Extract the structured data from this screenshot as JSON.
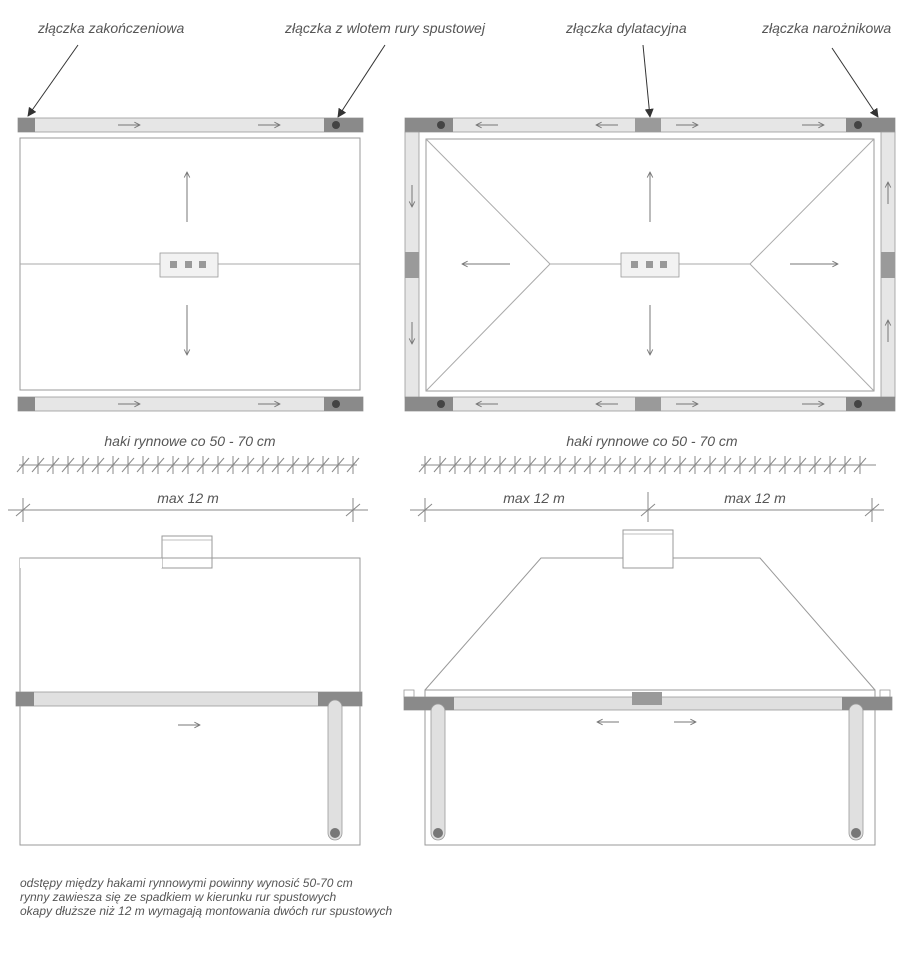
{
  "callouts": {
    "end_cap": "złączka zakończeniowa",
    "downpipe_outlet": "złączka z wlotem rury spustowej",
    "expansion": "złączka dylatacyjna",
    "corner": "złączka narożnikowa"
  },
  "hooks_label_left": "haki rynnowe co 50 - 70 cm",
  "hooks_label_right": "haki rynnowe co 50 - 70 cm",
  "span_left": "max 12 m",
  "span_right_a": "max 12 m",
  "span_right_b": "max 12 m",
  "notes": [
    "odstępy między hakami rynnowymi powinny wynosić 50-70 cm",
    "rynny zawiesza się ze spadkiem w kierunku rur spustowych",
    "okapy dłuższe niż 12 m wymagają montowania dwóch rur spustowych"
  ],
  "colors": {
    "line": "#888888",
    "gutter": "#e6e6e6",
    "fitting": "#8a8a8a",
    "outlet_dot": "#444444",
    "text": "#555555"
  }
}
